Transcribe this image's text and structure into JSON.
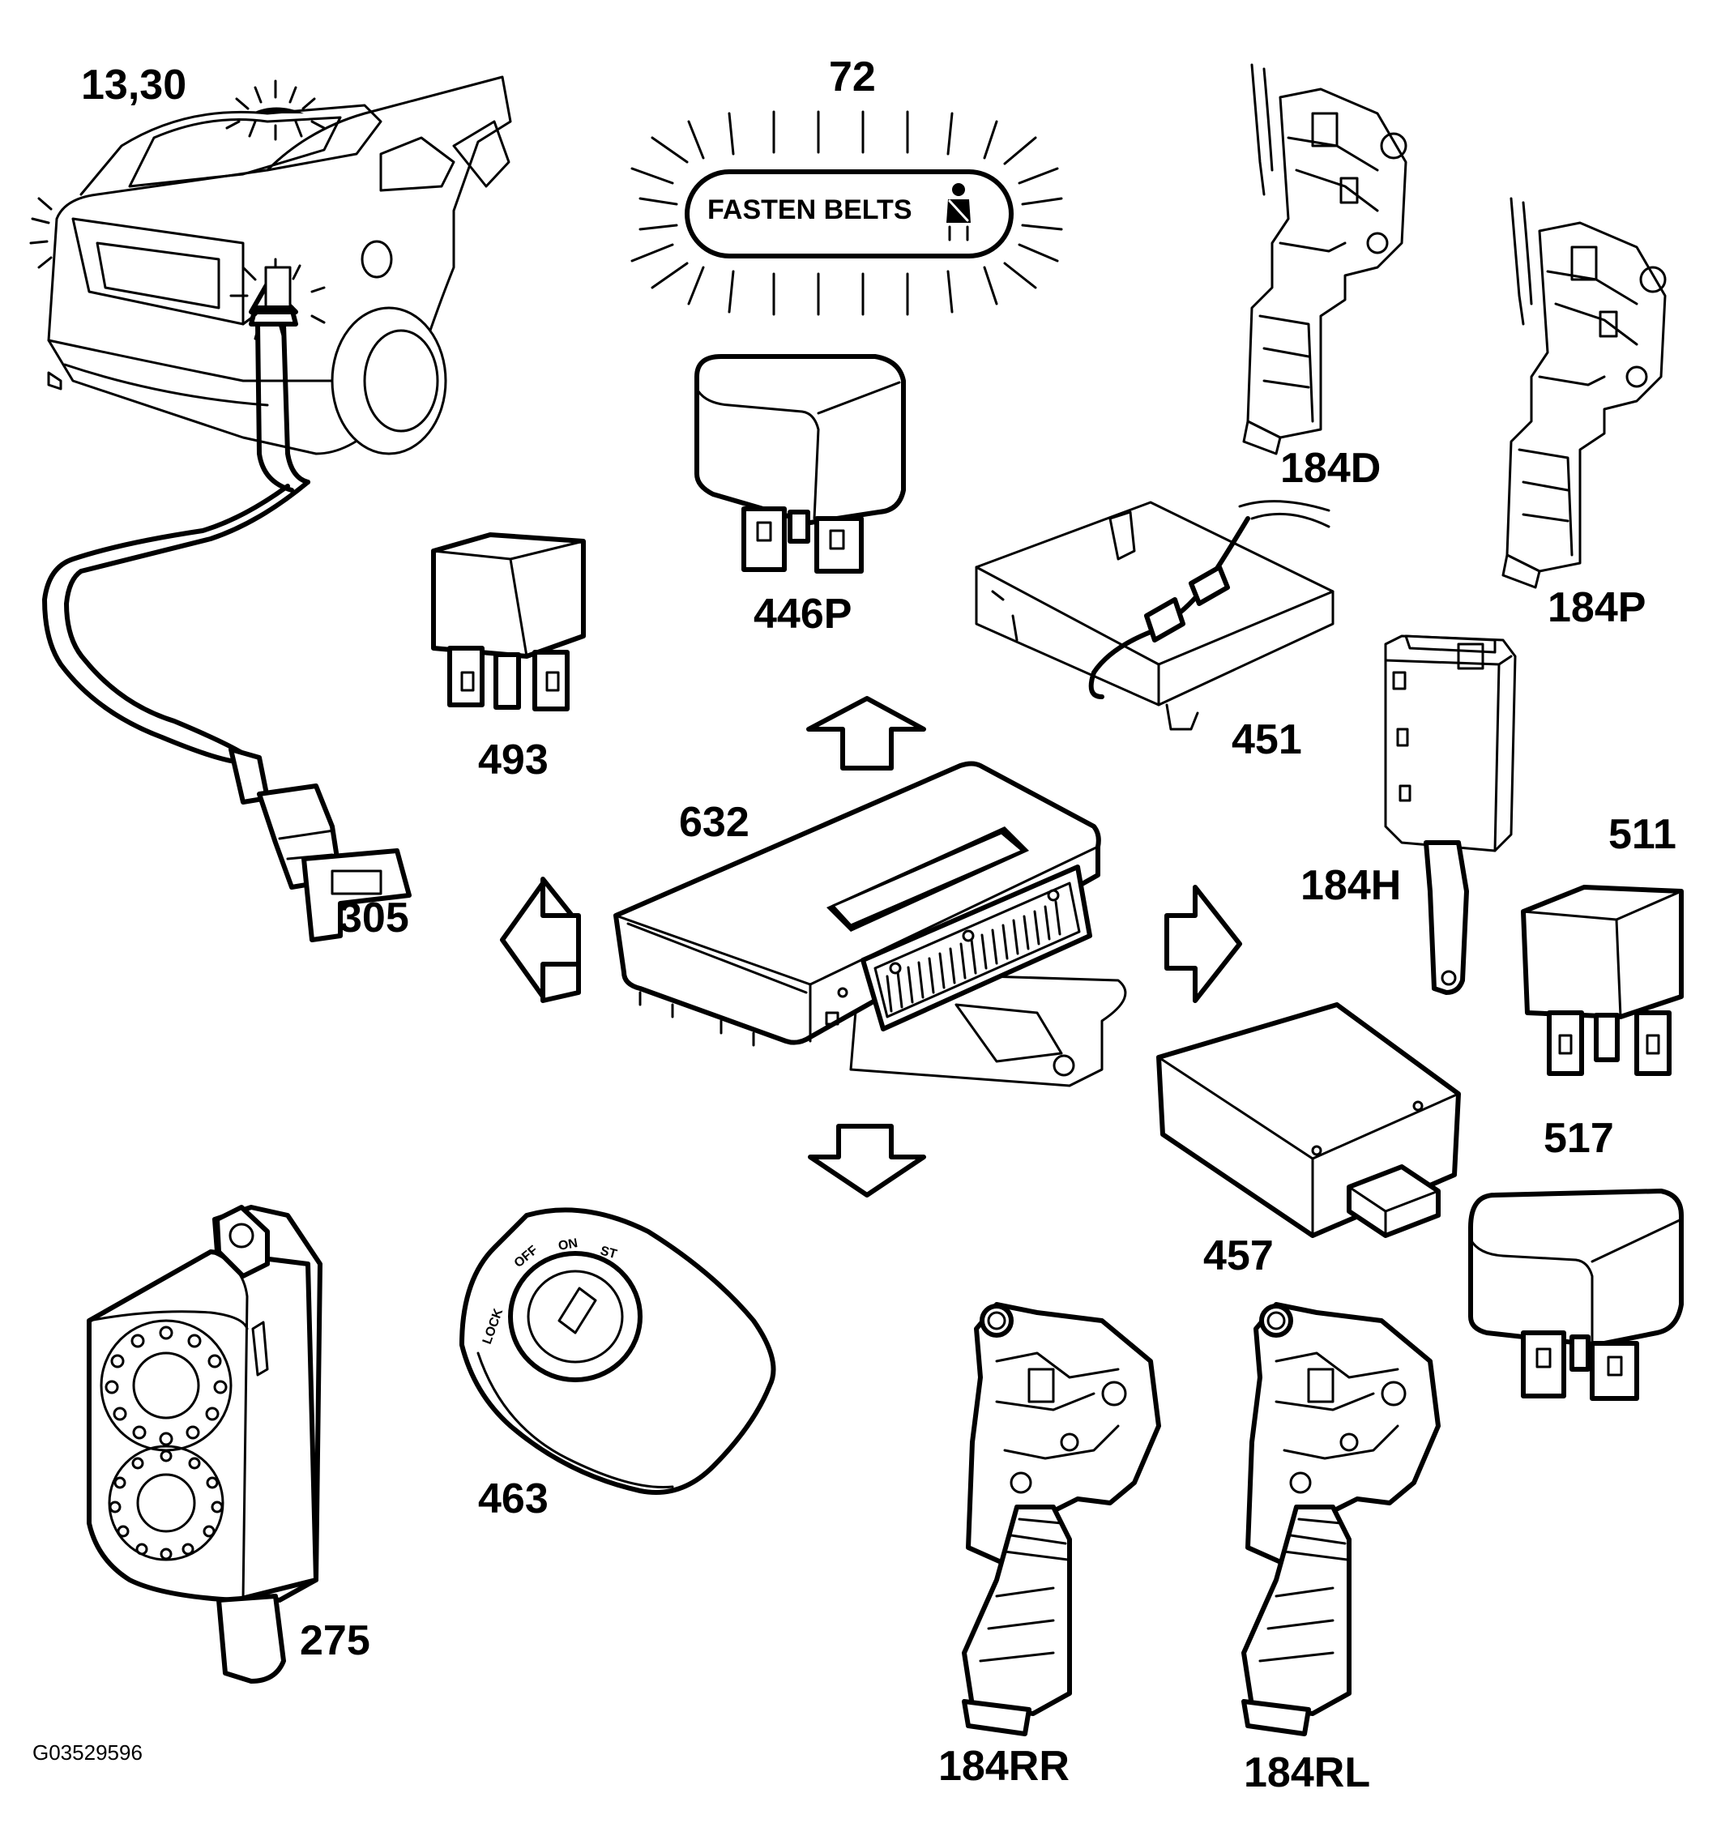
{
  "labels": {
    "car": "13,30",
    "warning_lamp": "72",
    "door_lock_driver": "184D",
    "door_lock_passenger": "184P",
    "relay_446p": "446P",
    "relay_493": "493",
    "module_451": "451",
    "tailgate_lock": "184H",
    "control_module": "632",
    "relay_511": "511",
    "sensor_305": "305",
    "module_457": "457",
    "relay_517": "517",
    "ignition_switch": "463",
    "siren": "275",
    "door_lock_rear_right": "184RR",
    "door_lock_rear_left": "184RL"
  },
  "sign": {
    "text": "FASTEN BELTS"
  },
  "ignition": {
    "lock": "LOCK",
    "off": "OFF",
    "on": "ON",
    "st": "ST"
  },
  "figure_code": "G03529596"
}
